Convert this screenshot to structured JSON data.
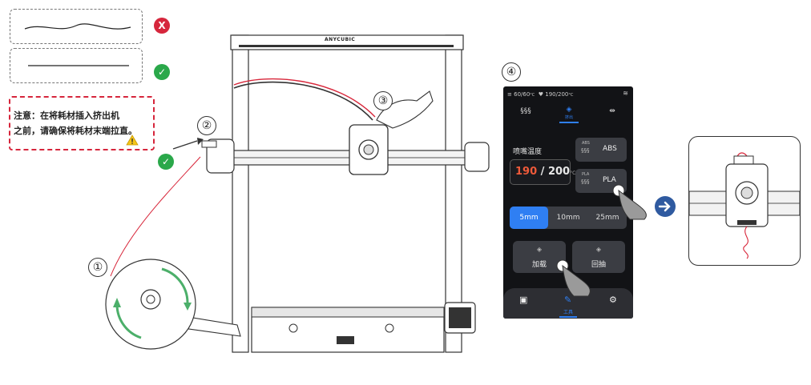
{
  "filament_examples": {
    "wrong_mark": "X",
    "right_mark": "✓"
  },
  "note": {
    "line1": "注意：在将耗材插入挤出机",
    "line2": "之前，请确保将耗材末端拉直。",
    "warning_icon": "warning-triangle-icon"
  },
  "printer": {
    "brand": "ANYCUBIC"
  },
  "steps": [
    "①",
    "②",
    "③",
    "④"
  ],
  "screen": {
    "status_bed": "60/60",
    "status_nozzle": "190/200",
    "status_unit": "°C",
    "tab_middle_sub": "挤出",
    "temp_label": "喷嘴温度",
    "temp_current": "190",
    "temp_sep": " / ",
    "temp_target": "200",
    "temp_unit": "°C",
    "materials": [
      {
        "tag": "ABS",
        "name": "ABS"
      },
      {
        "tag": "PLA",
        "name": "PLA"
      }
    ],
    "lengths": [
      "5mm",
      "10mm",
      "25mm"
    ],
    "active_length": "5mm",
    "load_label": "加载",
    "retract_label": "回抽",
    "nav_label": "工具"
  },
  "colors": {
    "accent_blue": "#2f7ff3",
    "ok_green": "#2aa84a",
    "error_red": "#d6263c",
    "filament_red": "#d8263a",
    "arrow_green": "#4caf6a",
    "navigation_arrow": "#2f5aa0"
  }
}
